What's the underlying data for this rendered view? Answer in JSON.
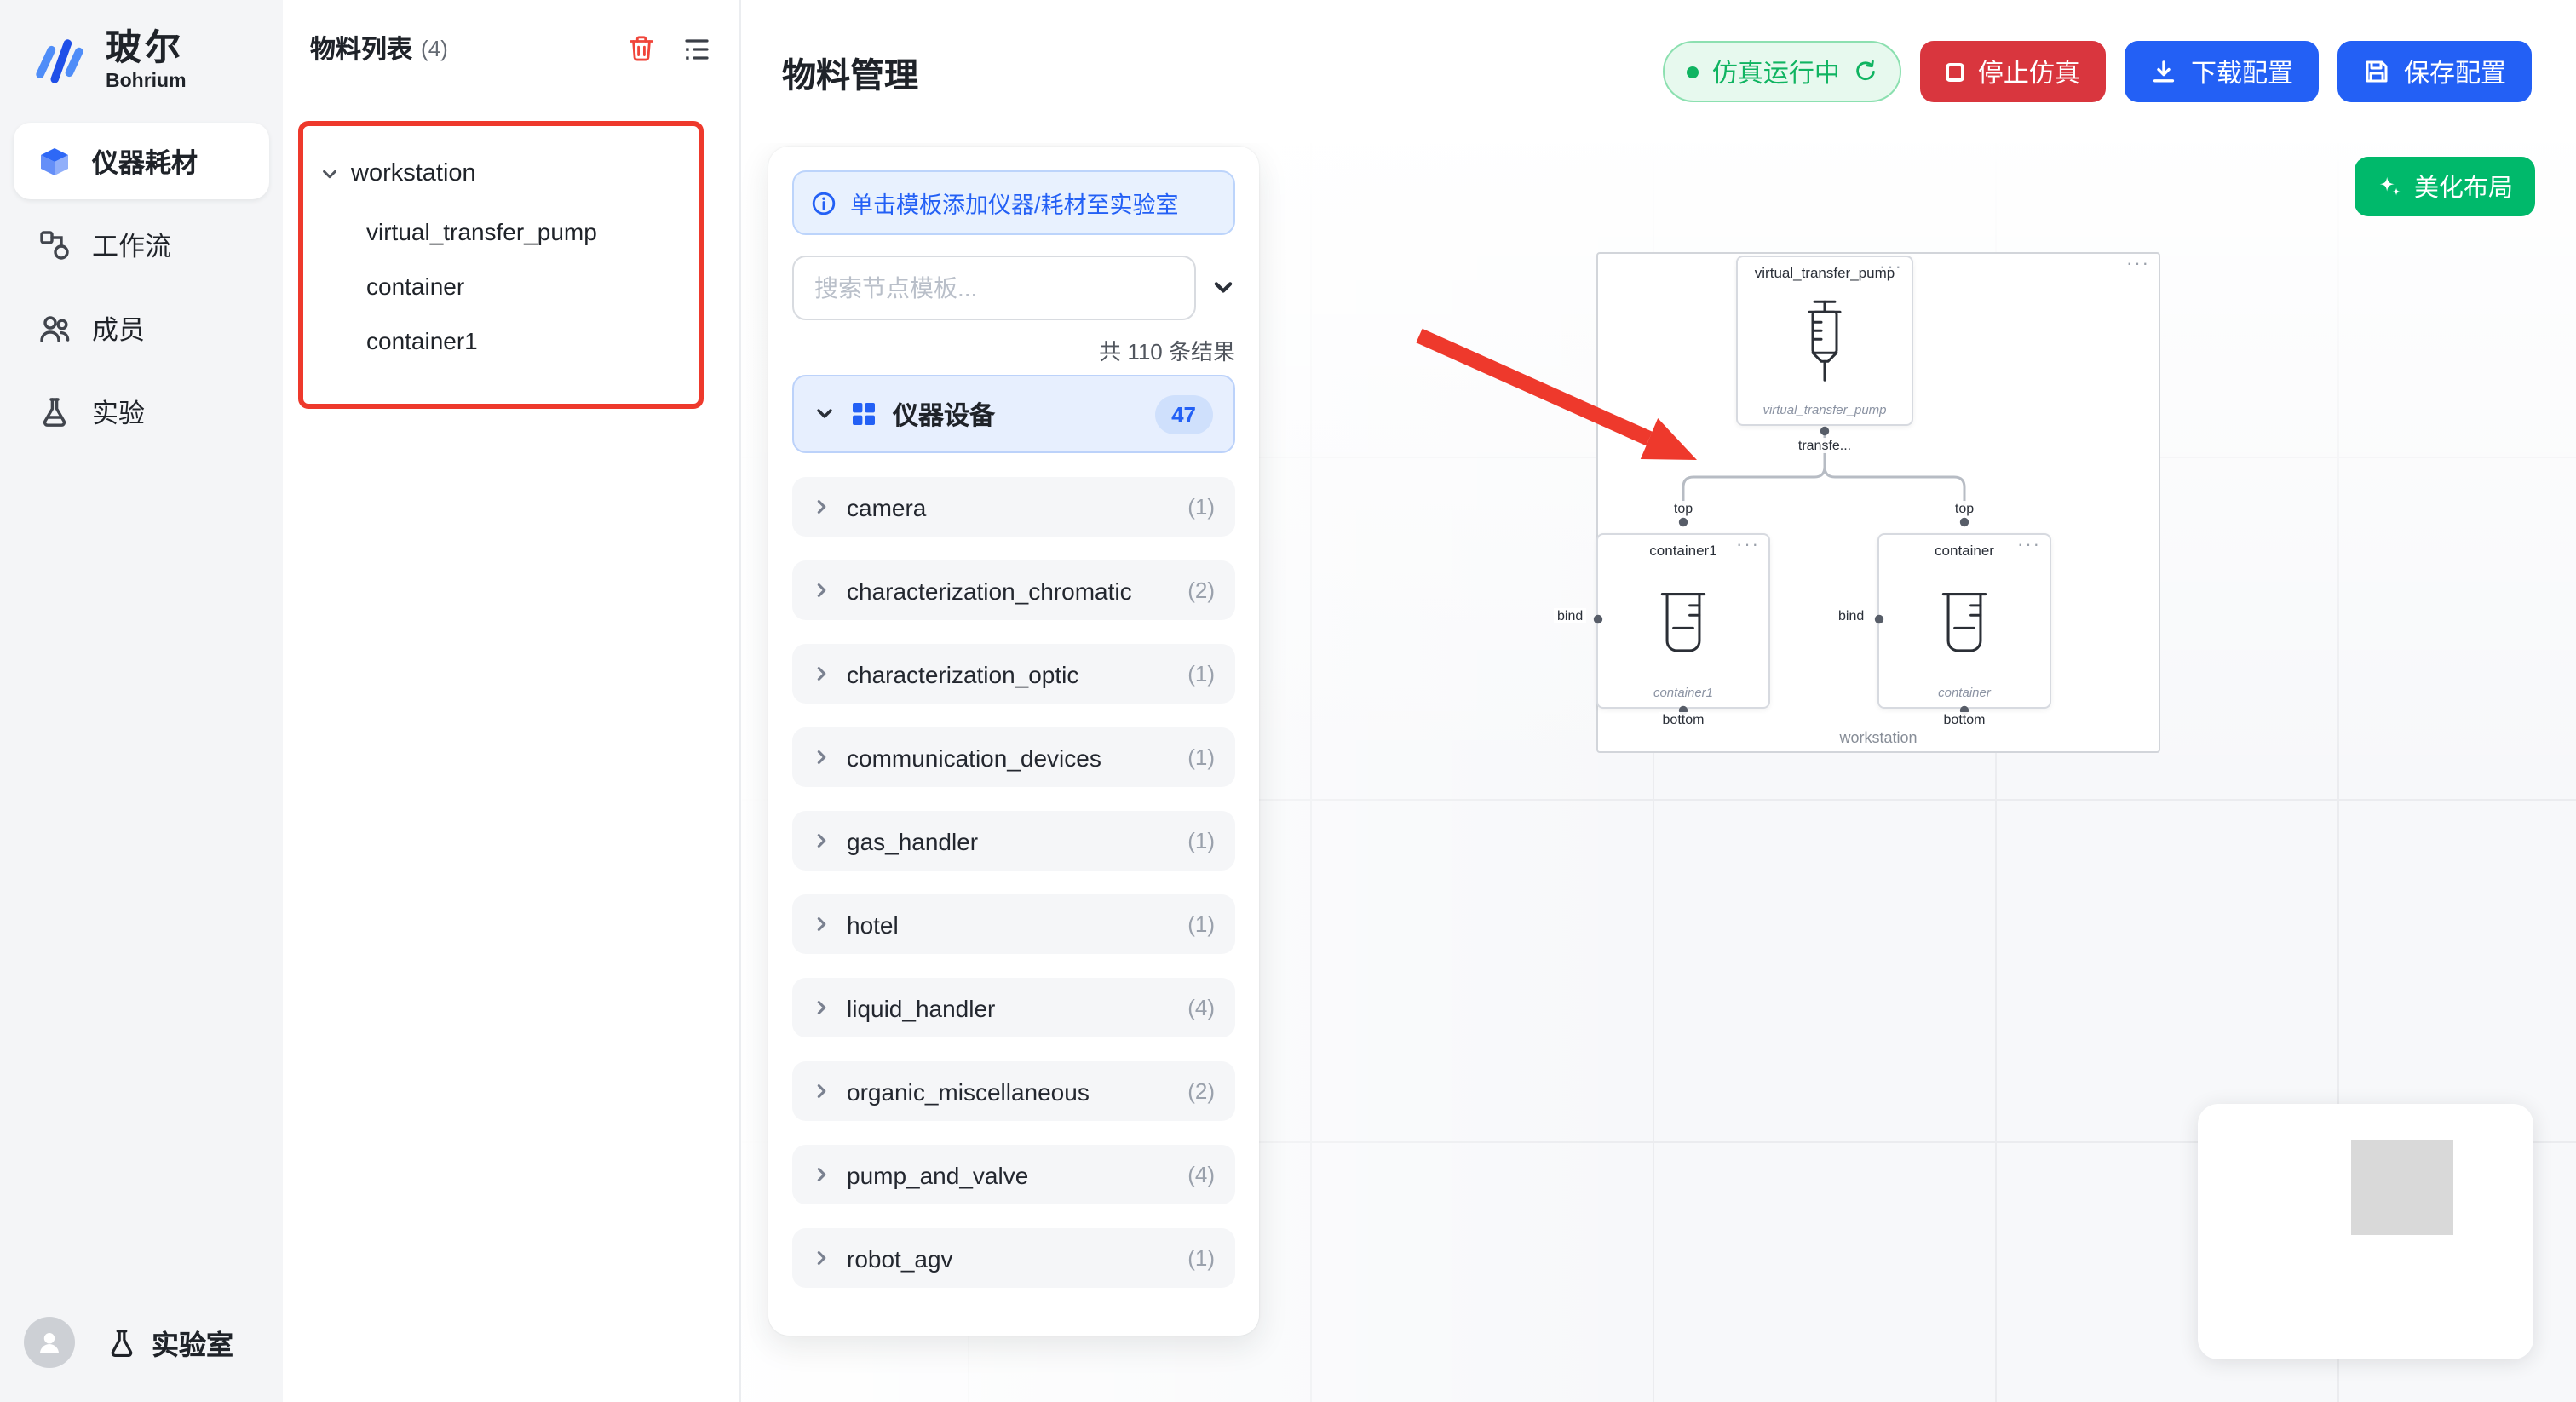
{
  "colors": {
    "primary_blue": "#2360f5",
    "danger_red": "#d9363e",
    "success_green": "#00b96b",
    "status_green": "#10b461",
    "annotation_red": "#ee392c"
  },
  "icons": {
    "more_options": "···",
    "status_dot": "●"
  },
  "brand": {
    "name": "玻尔",
    "subtitle": "Bohrium"
  },
  "sidebar": {
    "items": [
      {
        "label": "仪器耗材",
        "active": true
      },
      {
        "label": "工作流",
        "active": false
      },
      {
        "label": "成员",
        "active": false
      },
      {
        "label": "实验",
        "active": false
      }
    ],
    "footer": {
      "lab": "实验室"
    }
  },
  "materials": {
    "title": "物料列表",
    "count": "(4)",
    "tree": {
      "root": "workstation",
      "children": [
        {
          "label": "virtual_transfer_pump"
        },
        {
          "label": "container"
        },
        {
          "label": "container1"
        }
      ]
    }
  },
  "topbar": {
    "title": "物料管理",
    "status_label": "仿真运行中",
    "stop_label": "停止仿真",
    "download_label": "下载配置",
    "save_label": "保存配置"
  },
  "templates": {
    "banner": "单击模板添加仪器/耗材至实验室",
    "search_placeholder": "搜索节点模板...",
    "results": "共 110 条结果",
    "category": {
      "label": "仪器设备",
      "badge": "47"
    },
    "items": [
      {
        "label": "camera",
        "count": "(1)"
      },
      {
        "label": "characterization_chromatic",
        "count": "(2)"
      },
      {
        "label": "characterization_optic",
        "count": "(1)"
      },
      {
        "label": "communication_devices",
        "count": "(1)"
      },
      {
        "label": "gas_handler",
        "count": "(1)"
      },
      {
        "label": "hotel",
        "count": "(1)"
      },
      {
        "label": "liquid_handler",
        "count": "(4)"
      },
      {
        "label": "organic_miscellaneous",
        "count": "(2)"
      },
      {
        "label": "pump_and_valve",
        "count": "(4)"
      },
      {
        "label": "robot_agv",
        "count": "(1)"
      }
    ]
  },
  "canvas": {
    "beautify_label": "美化布局",
    "group_label": "workstation",
    "pump": {
      "title": "virtual_transfer_pump",
      "sub": "virtual_transfer_pump",
      "port": "transfe..."
    },
    "nodes": [
      {
        "title": "container1",
        "sub": "container1",
        "top": "top",
        "bottom": "bottom",
        "bind": "bind"
      },
      {
        "title": "container",
        "sub": "container",
        "top": "top",
        "bottom": "bottom",
        "bind": "bind"
      }
    ]
  }
}
